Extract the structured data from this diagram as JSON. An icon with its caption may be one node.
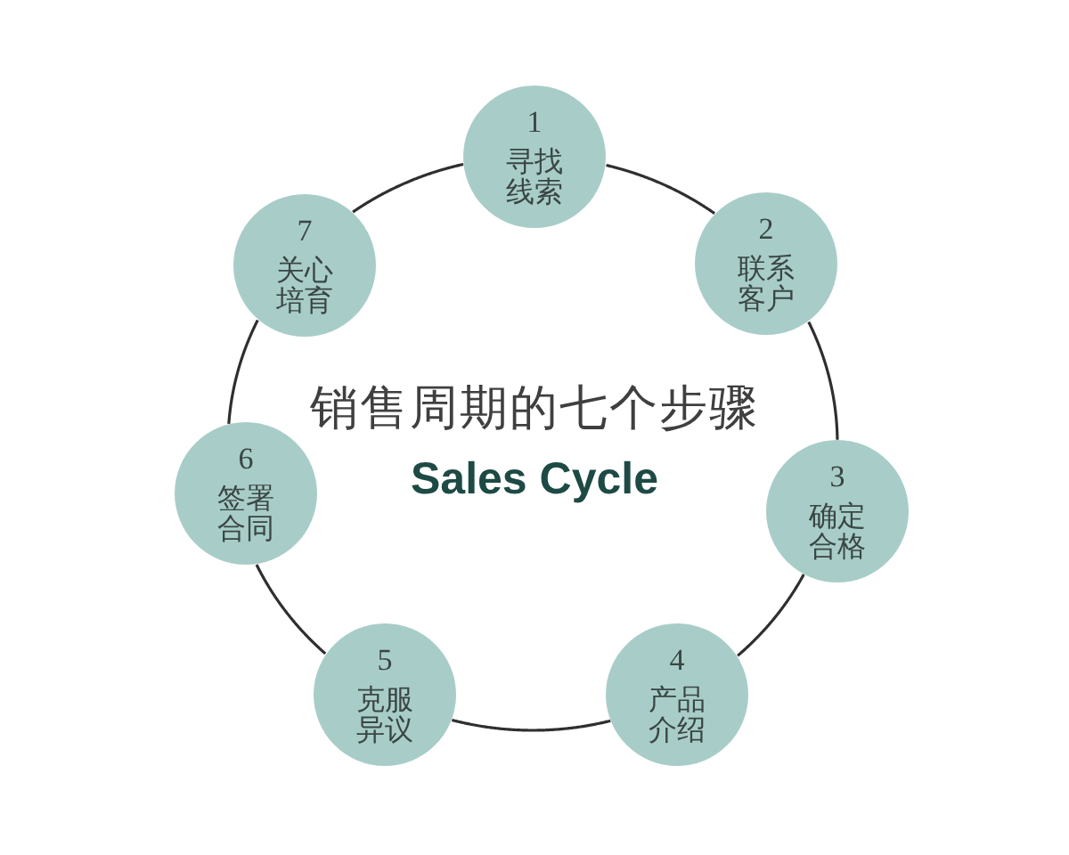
{
  "diagram": {
    "title": "销售周期的七个步骤",
    "nodes": [
      {
        "text": [
          "1",
          "寻找线索"
        ]
      },
      {
        "text": [
          "2",
          "联系客户"
        ]
      },
      {
        "text": [
          "3",
          "确定合格"
        ]
      },
      {
        "text": [
          "4",
          "产品介绍"
        ]
      },
      {
        "text": [
          "5",
          "克服异议"
        ]
      },
      {
        "text": [
          "6",
          "签署合同"
        ]
      },
      {
        "text": [
          "7",
          "关心培育"
        ]
      }
    ],
    "edges": [
      {
        "from": 0,
        "to": 1,
        "arrow": "none"
      },
      {
        "from": 1,
        "to": 2,
        "arrow": "none"
      },
      {
        "from": 2,
        "to": 3,
        "arrow": "none"
      },
      {
        "from": 3,
        "to": 4,
        "arrow": "none"
      },
      {
        "from": 4,
        "to": 5,
        "arrow": "none"
      },
      {
        "from": 5,
        "to": 6,
        "arrow": "none"
      },
      {
        "from": 6,
        "to": 0,
        "arrow": "none"
      }
    ],
    "labels": [
      "Sales Cycle"
    ]
  }
}
